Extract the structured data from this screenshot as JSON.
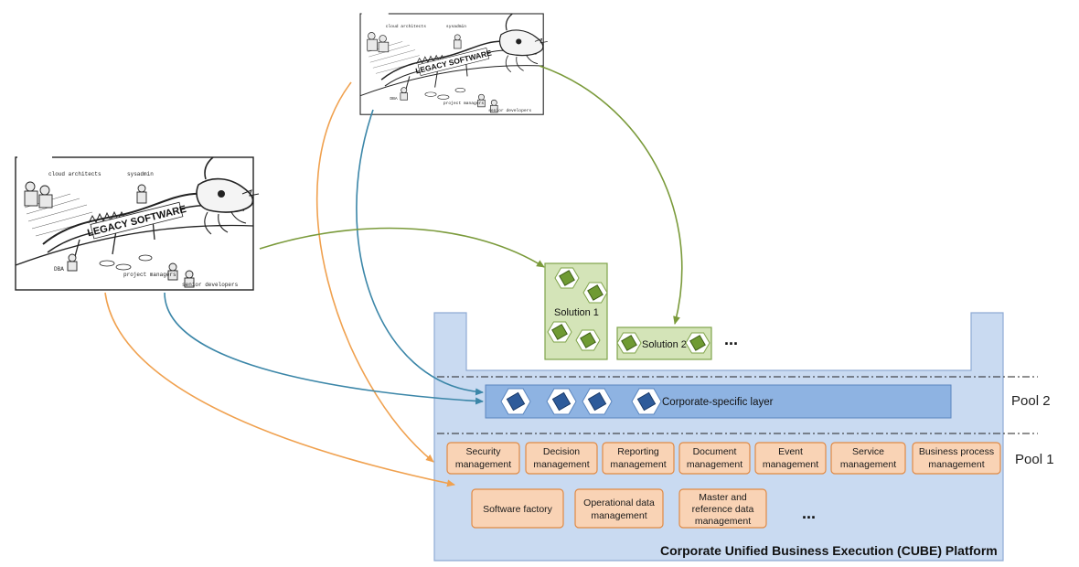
{
  "legacy_sketch": {
    "banner": "LEGACY SOFTWARE",
    "annotations": {
      "cloud_architects": "cloud architects",
      "sysadmin": "sysadmin",
      "dba": "DBA",
      "project_managers": "project managers",
      "senior_developers": "senior developers"
    }
  },
  "solutions": {
    "solution_1": "Solution 1",
    "solution_2": "Solution 2",
    "more": "..."
  },
  "layers": {
    "corporate_specific": "Corporate-specific layer"
  },
  "pools": {
    "pool_2": "Pool 2",
    "pool_1": "Pool 1"
  },
  "pool1_row1": [
    {
      "line1": "Security",
      "line2": "management"
    },
    {
      "line1": "Decision",
      "line2": "management"
    },
    {
      "line1": "Reporting",
      "line2": "management"
    },
    {
      "line1": "Document",
      "line2": "management"
    },
    {
      "line1": "Event",
      "line2": "management"
    },
    {
      "line1": "Service",
      "line2": "management"
    },
    {
      "line1": "Business process",
      "line2": "management"
    }
  ],
  "pool1_row2": [
    {
      "lines": [
        "Software factory"
      ]
    },
    {
      "lines": [
        "Operational data",
        "management"
      ]
    },
    {
      "lines": [
        "Master and",
        "reference data",
        "management"
      ]
    }
  ],
  "pool1_more": "...",
  "platform": {
    "title": "Corporate Unified Business Execution (CUBE) Platform"
  },
  "colors": {
    "platform_fill": "#c9daf1",
    "platform_stroke": "#8fabd4",
    "layer_fill": "#8eb3e2",
    "layer_stroke": "#5b86bf",
    "module_fill": "#f9d3b5",
    "module_stroke": "#e08a45",
    "solution_fill": "#d4e4b8",
    "solution_stroke": "#7fa34a",
    "arrow_orange": "#f0a14f",
    "arrow_teal": "#3b86a8",
    "arrow_green": "#7a9a3a"
  }
}
